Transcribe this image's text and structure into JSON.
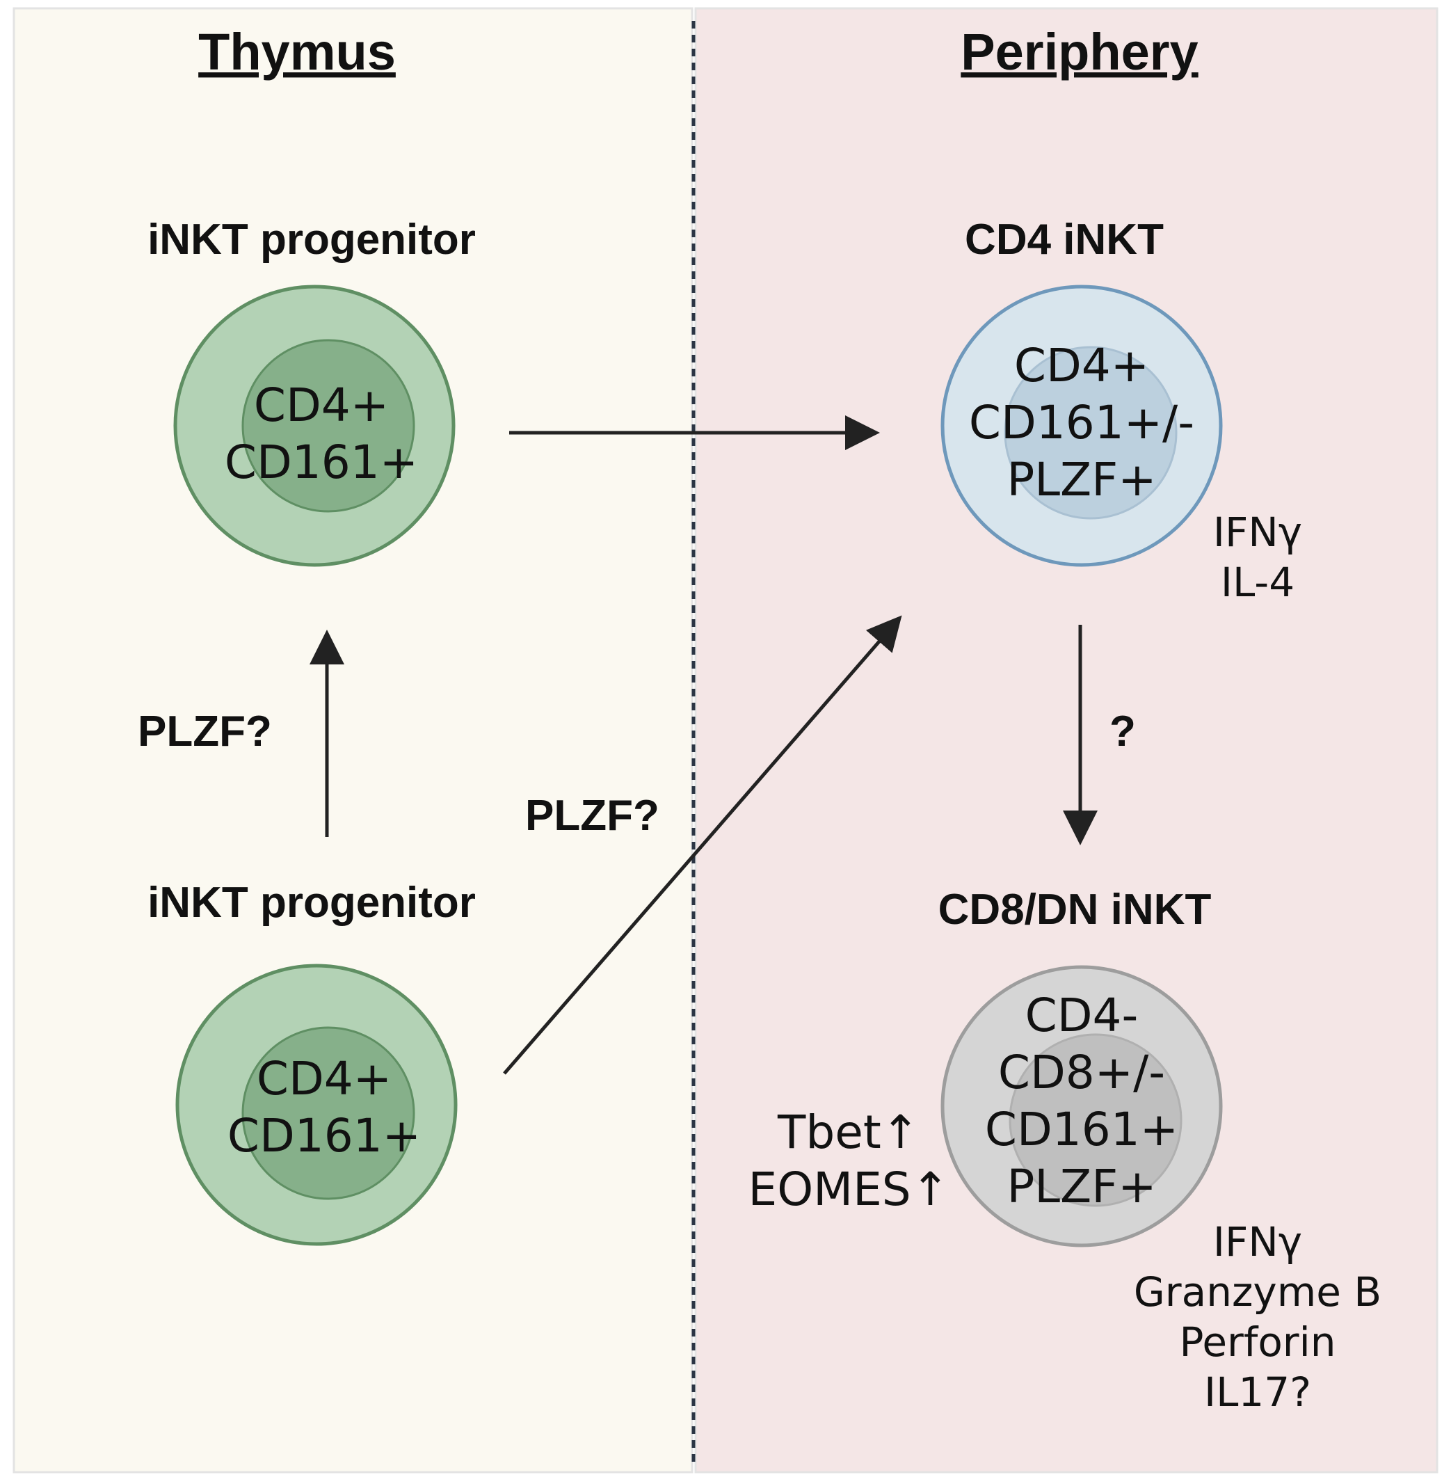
{
  "panels": {
    "left": {
      "title": "Thymus",
      "bg": "#fbf9f1"
    },
    "right": {
      "title": "Periphery",
      "bg": "#f4e6e6"
    }
  },
  "cells": {
    "progenitor_top": {
      "title": "iNKT progenitor",
      "markers": [
        "CD4+",
        "CD161+"
      ],
      "outer_color": "#b3d2b5",
      "inner_color": "#86b08a",
      "border_color": "#5f8f63"
    },
    "progenitor_bottom": {
      "title": "iNKT progenitor",
      "markers": [
        "CD4+",
        "CD161+"
      ],
      "outer_color": "#b3d2b5",
      "inner_color": "#86b08a",
      "border_color": "#5f8f63"
    },
    "cd4_inkt": {
      "title": "CD4 iNKT",
      "markers": [
        "CD4+",
        "CD161+/-",
        "PLZF+"
      ],
      "cytokines": [
        "IFNγ",
        "IL-4"
      ],
      "outer_color": "#d8e5ed",
      "inner_color": "#bcd0de",
      "border_color": "#6e98bb"
    },
    "cd8_dn_inkt": {
      "title": "CD8/DN iNKT",
      "markers": [
        "CD4-",
        "CD8+/-",
        "CD161+",
        "PLZF+"
      ],
      "transcription_factors": [
        "Tbet↑",
        "EOMES↑"
      ],
      "cytokines": [
        "IFNγ",
        "Granzyme B",
        "Perforin",
        "IL17?"
      ],
      "outer_color": "#d5d5d5",
      "inner_color": "#bfbfbf",
      "border_color": "#9d9d9d"
    }
  },
  "arrows": {
    "up_label": "PLZF?",
    "diagonal_label": "PLZF?",
    "down_label": "?"
  }
}
